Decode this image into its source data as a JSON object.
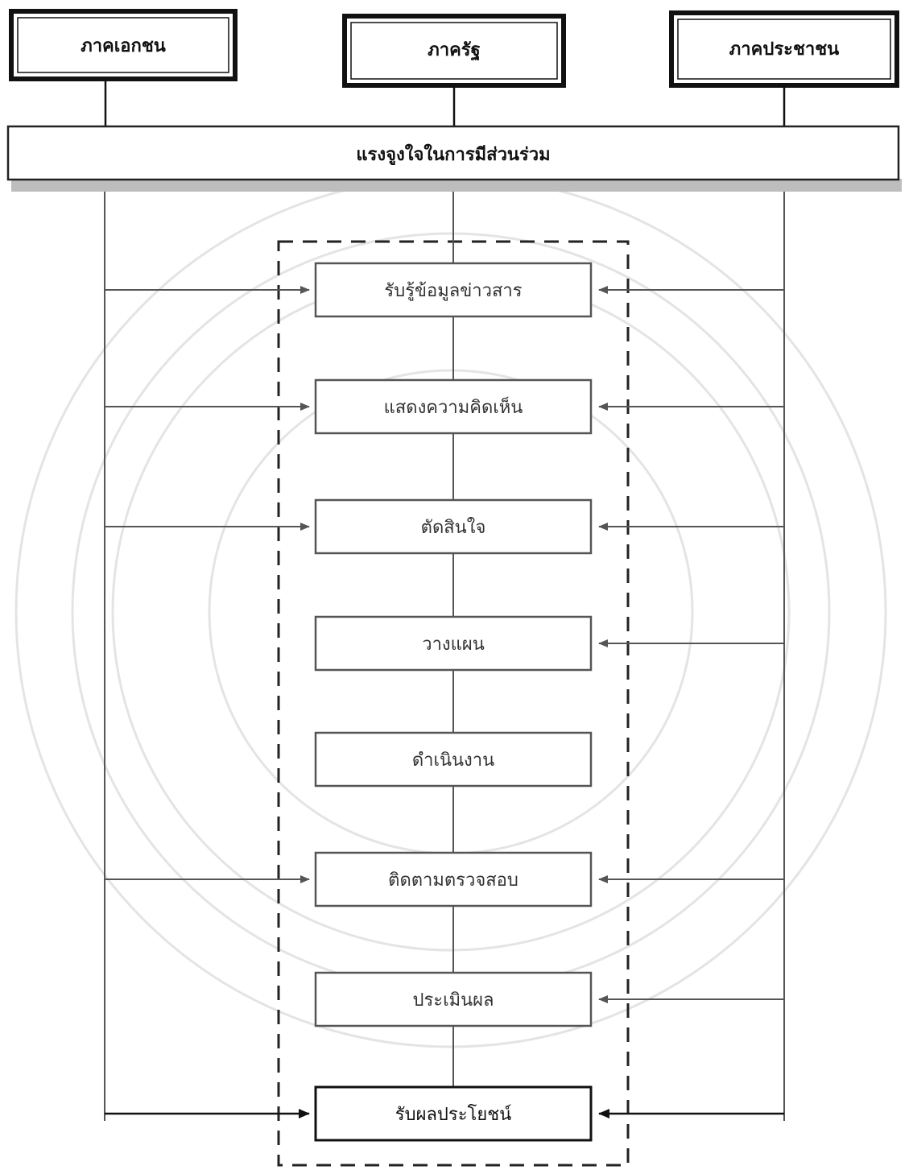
{
  "sectors": {
    "private": "ภาคเอกชน",
    "government": "ภาครัฐ",
    "public": "ภาคประชาชน"
  },
  "motivation": "แรงจูงใจในการมีส่วนร่วม",
  "steps": [
    "รับรู้ข้อมูลข่าวสาร",
    "แสดงความคิดเห็น",
    "ตัดสินใจ",
    "วางแผน",
    "ดำเนินงาน",
    "ติดตามตรวจสอบ",
    "ประเมินผล",
    "รับผลประโยชน์"
  ],
  "colors": {
    "line": "#555555",
    "dark_line": "#111111",
    "watermark": "#e4e4e4"
  }
}
